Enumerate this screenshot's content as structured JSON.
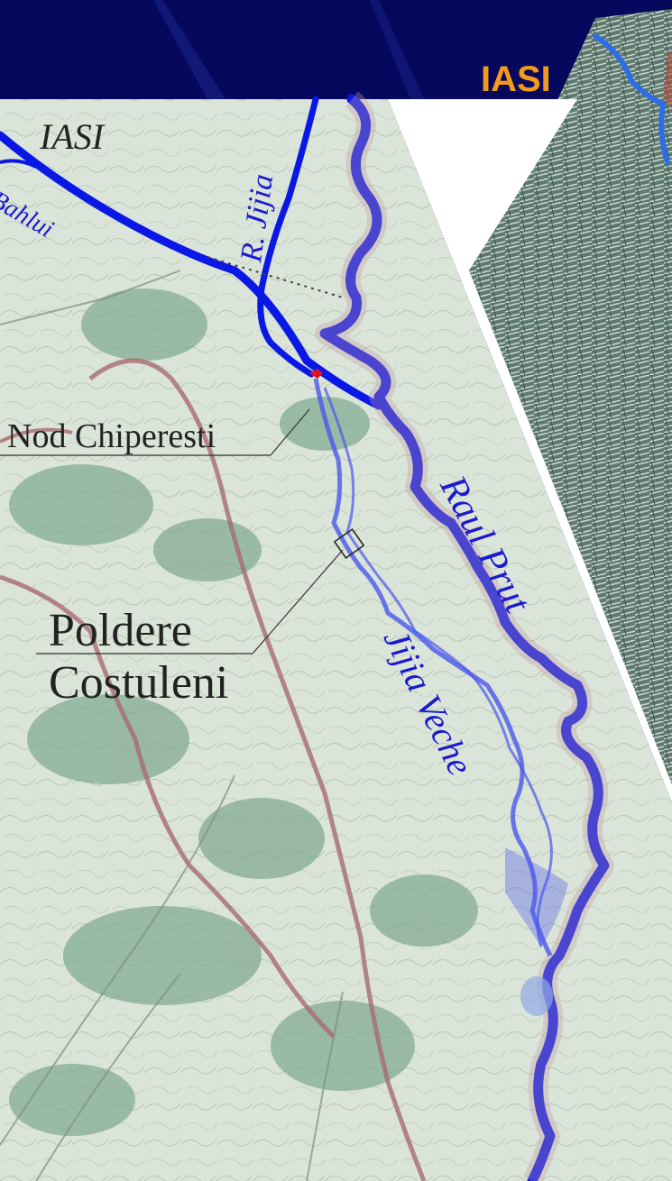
{
  "header": {
    "corner_label": "IASI"
  },
  "map": {
    "labels": {
      "city": "IASI",
      "river_bahlui": "Bahlui",
      "river_jijia": "R. Jijia",
      "node": "Nod Chiperesti",
      "polder_line1": "Poldere",
      "polder_line2": "Costuleni",
      "river_prut": "Raul Prut",
      "river_jijia_veche": "Jijia Veche"
    }
  },
  "colors": {
    "banner": "#06085e",
    "map_paper": "#d9e2d6",
    "forest": "#7ea88f",
    "river_main": "#0a18e6",
    "river_old": "#4a57ee",
    "boundary": "#a86a70",
    "node_marker": "#e0122a",
    "iasi_label": "#f39a1a"
  }
}
